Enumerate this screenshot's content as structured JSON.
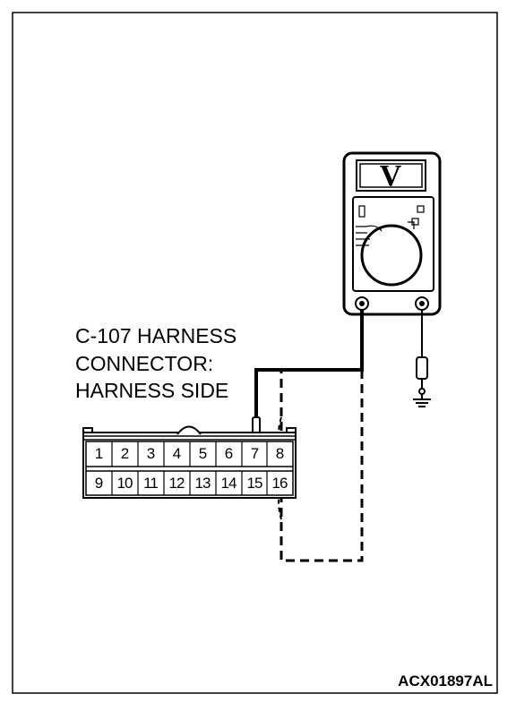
{
  "connector": {
    "label_lines": [
      "C-107 HARNESS",
      "CONNECTOR:",
      "HARNESS SIDE"
    ],
    "top_row": [
      "1",
      "2",
      "3",
      "4",
      "5",
      "6",
      "7",
      "8"
    ],
    "bottom_row": [
      "9",
      "10",
      "11",
      "12",
      "13",
      "14",
      "15",
      "16"
    ]
  },
  "meter": {
    "display": "V",
    "icon": "voltmeter-icon"
  },
  "ground_icon": "ground-symbol-icon",
  "figure_code": "ACX01897AL"
}
